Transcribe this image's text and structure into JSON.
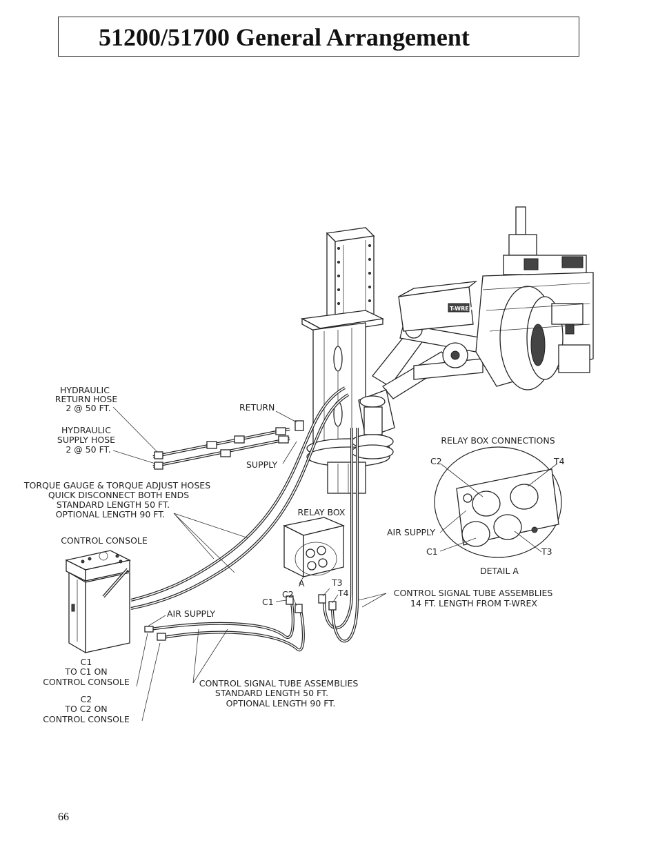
{
  "header": {
    "title": "51200/51700 General Arrangement"
  },
  "labels": {
    "hyd_return": [
      "HYDRAULIC",
      "RETURN HOSE",
      "2 @ 50 FT."
    ],
    "hyd_supply": [
      "HYDRAULIC",
      "SUPPLY HOSE",
      "2 @ 50 FT."
    ],
    "return": "RETURN",
    "supply": "SUPPLY",
    "torque": [
      "TORQUE GAUGE & TORQUE ADJUST HOSES",
      "QUICK DISCONNECT BOTH ENDS",
      "STANDARD LENGTH 50 FT.",
      "OPTIONAL LENGTH 90 FT."
    ],
    "control_console": "CONTROL CONSOLE",
    "relay_box": "RELAY BOX",
    "air_supply": "AIR SUPPLY",
    "c1_block": [
      "C1",
      "TO C1 ON",
      "CONTROL CONSOLE"
    ],
    "c2_block": [
      "C2",
      "TO C2 ON",
      "CONTROL CONSOLE"
    ],
    "cstub_50": [
      "CONTROL SIGNAL TUBE ASSEMBLIES",
      "STANDARD LENGTH 50 FT.",
      "OPTIONAL LENGTH 90 FT."
    ],
    "cstub_14": [
      "CONTROL SIGNAL TUBE ASSEMBLIES",
      "14 FT. LENGTH FROM T-WREX"
    ],
    "c1": "C1",
    "c2": "C2",
    "t3": "T3",
    "t4": "T4",
    "relay_connections": "RELAY BOX CONNECTIONS",
    "detail_c2": "C2",
    "detail_t4": "T4",
    "detail_air": "AIR SUPPLY",
    "detail_c1": "C1",
    "detail_t3": "T3",
    "detail_a": "DETAIL A",
    "a_marker": "A",
    "brand": "T-WREX"
  },
  "footer": {
    "page_number": "66"
  }
}
